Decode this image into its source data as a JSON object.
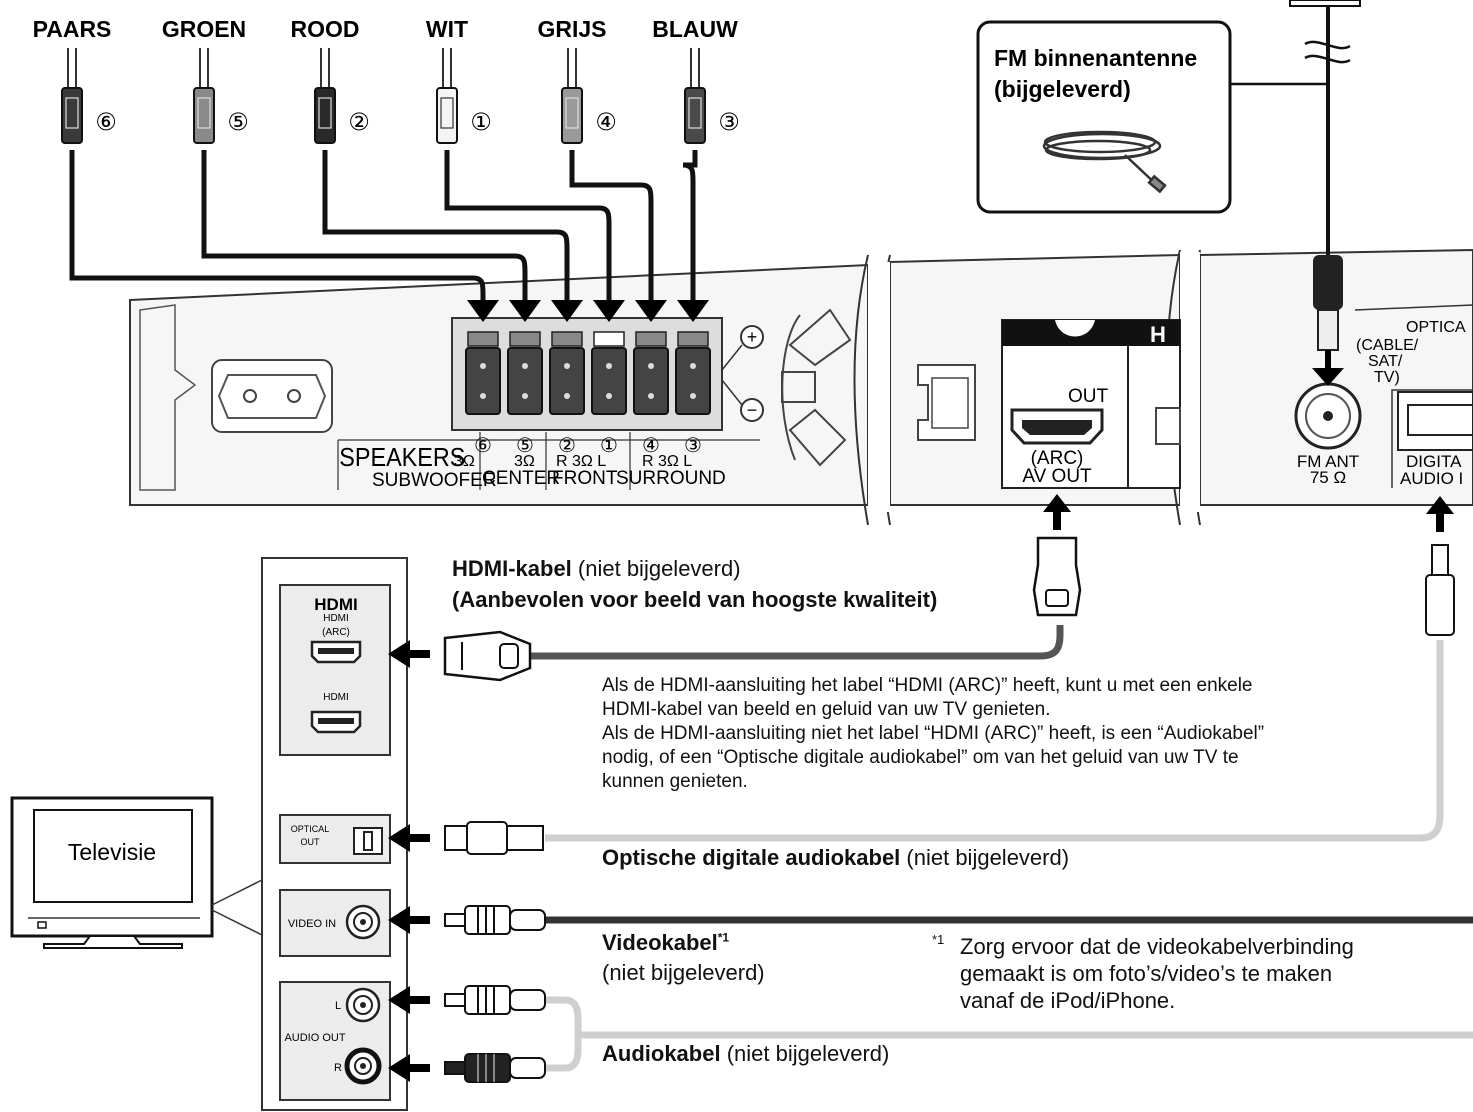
{
  "speaker_cables": [
    {
      "color_label": "PAARS",
      "number": "⑥",
      "plug_color": "#3a3a3a"
    },
    {
      "color_label": "GROEN",
      "number": "⑤",
      "plug_color": "#8a8a8a"
    },
    {
      "color_label": "ROOD",
      "number": "②",
      "plug_color": "#2a2a2a"
    },
    {
      "color_label": "WIT",
      "number": "①",
      "plug_color": "#f4f4f4"
    },
    {
      "color_label": "GRIJS",
      "number": "④",
      "plug_color": "#9a9a9a"
    },
    {
      "color_label": "BLAUW",
      "number": "③",
      "plug_color": "#4a4a4a"
    }
  ],
  "fm_antenna": {
    "title_line1": "FM binnenantenne",
    "title_line2": "(bijgeleverd)"
  },
  "main_unit": {
    "speakers_label": "SPEAKERS",
    "subwoofer_label": "SUBWOOFER",
    "center_label": "CENTER",
    "front_label": "FRONT",
    "surround_label": "SURROUND",
    "terminal_numbers": [
      "⑥",
      "⑤",
      "②",
      "①",
      "④",
      "③"
    ],
    "imp_sub": "3Ω",
    "imp_center": "3Ω",
    "imp_front": "R 3Ω L",
    "imp_surround": "R 3Ω L",
    "plus_symbol": "+",
    "minus_symbol": "−",
    "hdmi_out_label": "OUT",
    "arc_label": "(ARC)",
    "av_out_label": "AV OUT",
    "hdmi_header": "H",
    "fm_ant_label": "FM ANT",
    "fm_ohm": "75 Ω",
    "optical_header": "OPTICA",
    "optical_sub": [
      "(CABLE/",
      "SAT/",
      "TV)"
    ],
    "digital_label": "DIGITA",
    "audio_label": "AUDIO I"
  },
  "tv": {
    "label": "Televisie",
    "hdmi_logo": "HDMI",
    "hdmi_arc_port": "HDMI",
    "hdmi_arc_sub": "(ARC)",
    "hdmi_port": "HDMI",
    "optical_label": "OPTICAL",
    "optical_out": "OUT",
    "video_in": "VIDEO IN",
    "audio_l": "L",
    "audio_out": "AUDIO OUT",
    "audio_r": "R"
  },
  "cables": {
    "hdmi_title": "HDMI-kabel",
    "hdmi_note": " (niet bijgeleverd)",
    "hdmi_recommend": "(Aanbevolen voor beeld van hoogste kwaliteit)",
    "info_lines": [
      "Als de HDMI-aansluiting het label “HDMI (ARC)” heeft, kunt u met een enkele",
      "HDMI-kabel van beeld en geluid van uw TV genieten.",
      "Als de HDMI-aansluiting niet het label “HDMI (ARC)” heeft, is een “Audiokabel”",
      "nodig, of een “Optische digitale audiokabel” om van het geluid van uw TV te",
      "kunnen genieten."
    ],
    "optical_title": "Optische digitale audiokabel",
    "optical_note": " (niet bijgeleverd)",
    "video_title": "Videokabel",
    "video_footnote_mark": "*1",
    "video_note": "(niet bijgeleverd)",
    "footnote_mark": "*1",
    "footnote_lines": [
      "Zorg ervoor dat de videokabelverbinding",
      "gemaakt is om foto’s/video’s te maken",
      "vanaf de iPod/iPhone."
    ],
    "audio_title": "Audiokabel",
    "audio_note": " (niet bijgeleverd)"
  }
}
